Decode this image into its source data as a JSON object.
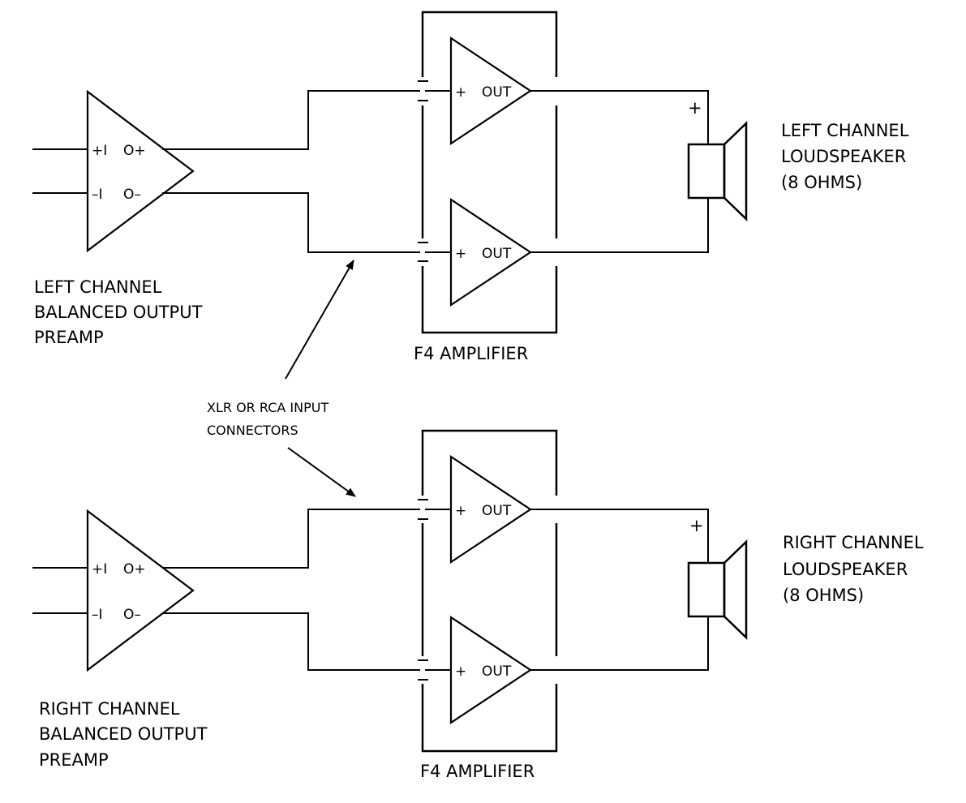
{
  "preamps": {
    "left": {
      "label_lines": [
        "LEFT CHANNEL",
        "BALANCED OUTPUT",
        "PREAMP"
      ],
      "pins": {
        "in_pos": "+I",
        "in_neg": "–I",
        "out_pos": "O+",
        "out_neg": "O–"
      }
    },
    "right": {
      "label_lines": [
        "RIGHT CHANNEL",
        "BALANCED OUTPUT",
        "PREAMP"
      ],
      "pins": {
        "in_pos": "+I",
        "in_neg": "–I",
        "out_pos": "O+",
        "out_neg": "O–"
      }
    }
  },
  "amplifiers": {
    "top": {
      "label": "F4 AMPLIFIER",
      "stages": [
        {
          "plus": "+",
          "out": "OUT"
        },
        {
          "plus": "+",
          "out": "OUT"
        }
      ]
    },
    "bottom": {
      "label": "F4 AMPLIFIER",
      "stages": [
        {
          "plus": "+",
          "out": "OUT"
        },
        {
          "plus": "+",
          "out": "OUT"
        }
      ]
    }
  },
  "speakers": {
    "left": {
      "plus": "+",
      "label_lines": [
        "LEFT CHANNEL",
        "LOUDSPEAKER",
        "(8 OHMS)"
      ]
    },
    "right": {
      "plus": "+",
      "label_lines": [
        "RIGHT CHANNEL",
        "LOUDSPEAKER",
        "(8 OHMS)"
      ]
    }
  },
  "connector_note": {
    "lines": [
      "XLR OR RCA INPUT",
      "CONNECTORS"
    ]
  }
}
